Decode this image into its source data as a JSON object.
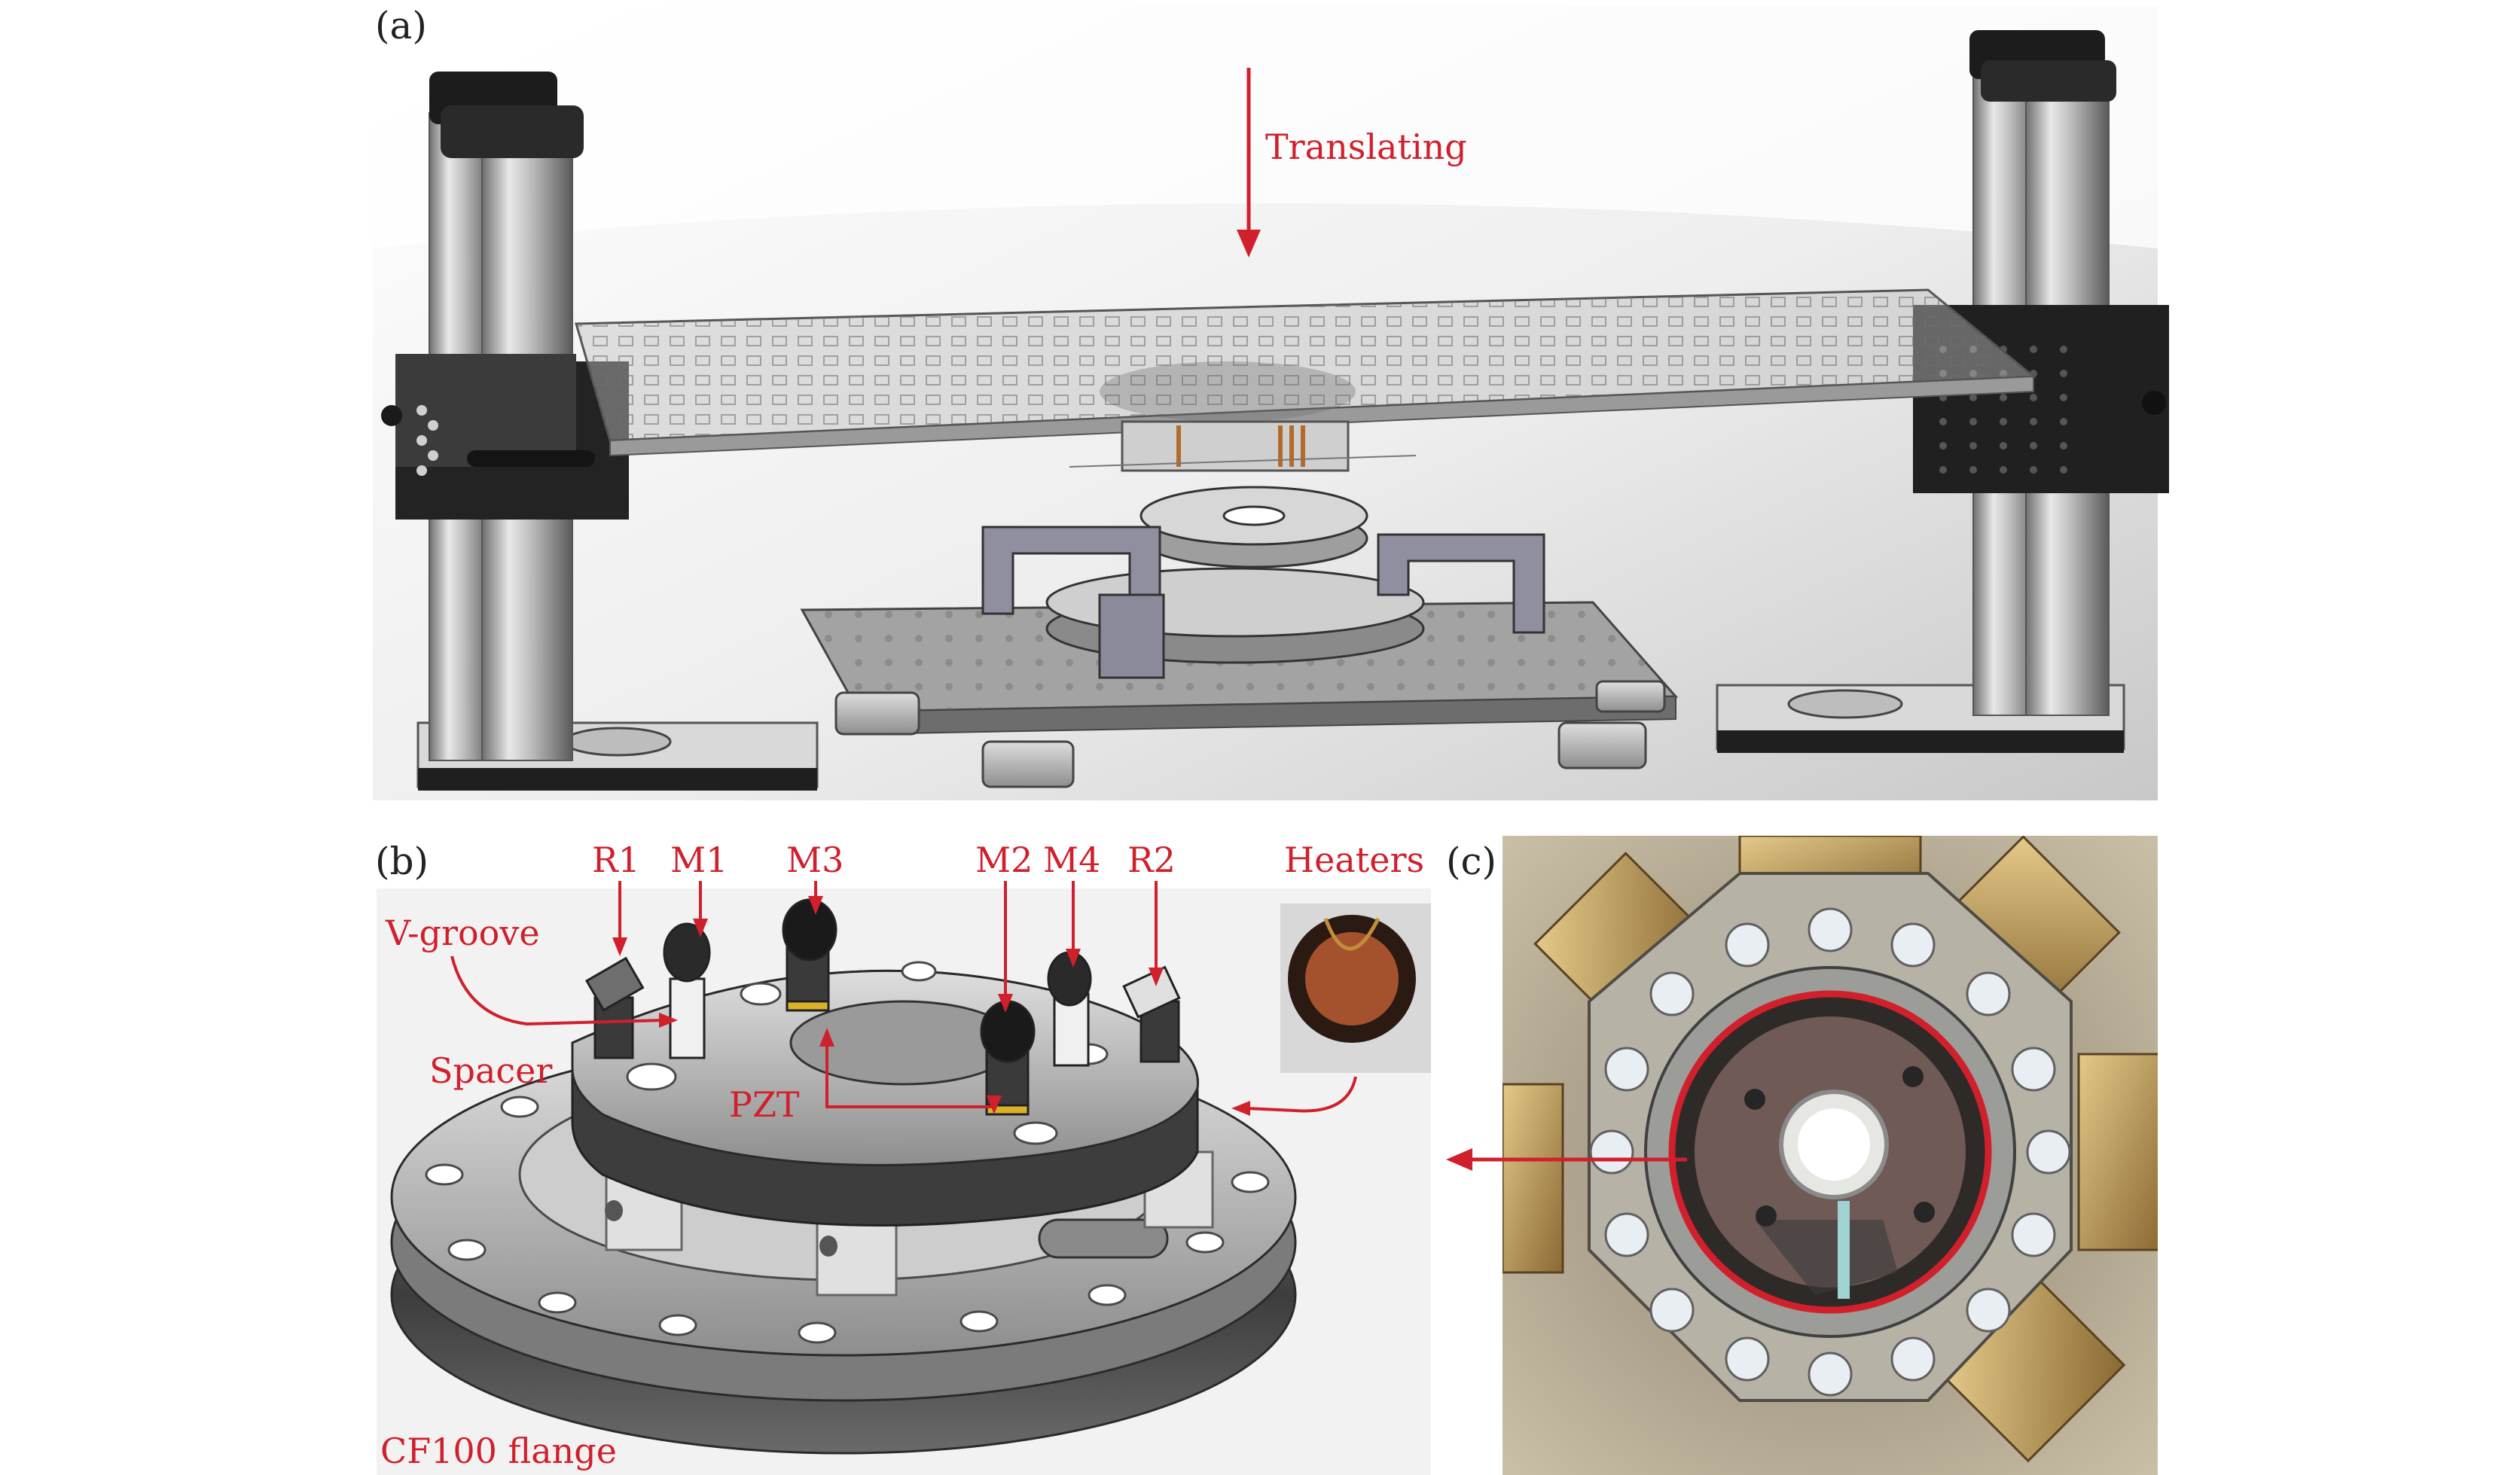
{
  "panels": {
    "a": "(a)",
    "b": "(b)",
    "c": "(c)"
  },
  "annotations": {
    "translating": "Translating",
    "r1": "R1",
    "m1": "M1",
    "m3": "M3",
    "m2": "M2",
    "m4": "M4",
    "r2": "R2",
    "heaters": "Heaters",
    "v_groove": "V-groove",
    "spacer": "Spacer",
    "pzt": "PZT",
    "cf100": "CF100 flange"
  },
  "colors": {
    "annotation": "#d0202c",
    "metal_light": "#d6d6d6",
    "metal_mid": "#a9a9a9",
    "metal_dark": "#5c5c5c",
    "black_part": "#1e1e1e",
    "brass": "#b89456"
  }
}
